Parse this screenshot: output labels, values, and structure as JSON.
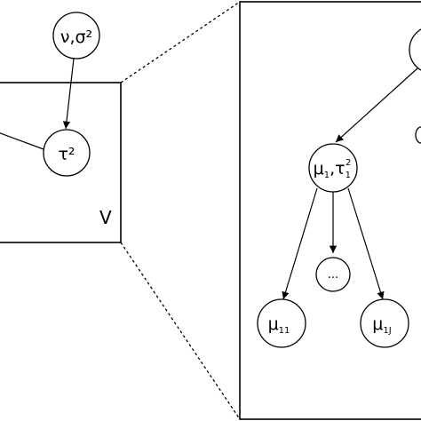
{
  "nodes": {
    "nu_sigma": {
      "text": "ν,σ²"
    },
    "tau": {
      "text": "τ²"
    },
    "mu1": {
      "base": "μ",
      "sub": "1",
      "sep": ",",
      "tau": "τ",
      "tau_sub": "1",
      "tau_sup": "2"
    },
    "ellipsis": {
      "text": "..."
    },
    "mu11": {
      "base": "μ",
      "sub": "11"
    },
    "mu1J": {
      "base": "μ",
      "sub": "1J"
    }
  },
  "plate": {
    "label": "V"
  }
}
